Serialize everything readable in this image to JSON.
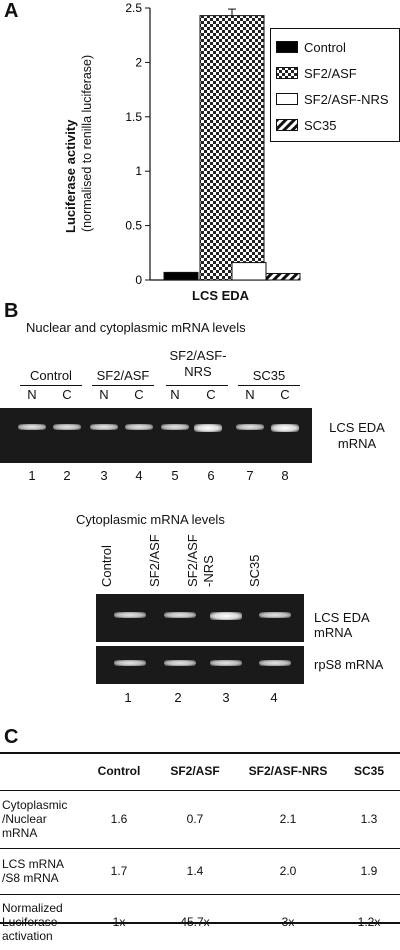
{
  "panelA": {
    "letter": "A",
    "chart_data": {
      "type": "bar",
      "xlabel": "LCS EDA",
      "ylabel_line1": "Luciferase activity",
      "ylabel_line2": "(normalised to renilla luciferase)",
      "ylim": [
        0,
        2.5
      ],
      "yticks": [
        "0",
        "0.5",
        "1",
        "1.5",
        "2",
        "2.5"
      ],
      "ytick_values": [
        0,
        0.5,
        1,
        1.5,
        2,
        2.5
      ],
      "legend_position": "top-right",
      "series": [
        {
          "name": "Control",
          "value": 0.07,
          "error": 0,
          "fill": "solid"
        },
        {
          "name": "SF2/ASF",
          "value": 2.43,
          "error": 0.06,
          "fill": "checker"
        },
        {
          "name": "SF2/ASF-NRS",
          "value": 0.16,
          "error": 0,
          "fill": "white"
        },
        {
          "name": "SC35",
          "value": 0.06,
          "error": 0,
          "fill": "hatched"
        }
      ]
    }
  },
  "panelB": {
    "letter": "B",
    "title1": "Nuclear and cytoplasmic mRNA levels",
    "groups1": [
      "Control",
      "SF2/ASF",
      "SF2/ASF-\nNRS",
      "SC35"
    ],
    "group3_line1": "SF2/ASF-",
    "group3_line2": "NRS",
    "lanes1": [
      "N",
      "C",
      "N",
      "C",
      "N",
      "C",
      "N",
      "C"
    ],
    "numbers1": [
      "1",
      "2",
      "3",
      "4",
      "5",
      "6",
      "7",
      "8"
    ],
    "gel1_label_line1": "LCS EDA",
    "gel1_label_line2": "mRNA",
    "title2": "Cytoplasmic mRNA levels",
    "lanes2_labels": [
      "Control",
      "SF2/ASF",
      "SF2/ASF",
      "SC35"
    ],
    "lane3_line2": "-NRS",
    "gel2_label": "LCS EDA mRNA",
    "gel3_label": "rpS8 mRNA",
    "numbers2": [
      "1",
      "2",
      "3",
      "4"
    ]
  },
  "panelC": {
    "letter": "C",
    "headers": [
      "",
      "Control",
      "SF2/ASF",
      "SF2/ASF-NRS",
      "SC35"
    ],
    "rows": [
      {
        "label1": "Cytoplasmic",
        "label2": "/Nuclear",
        "label3": "mRNA",
        "values": [
          "1.6",
          "0.7",
          "2.1",
          "1.3"
        ]
      },
      {
        "label1": "LCS mRNA",
        "label2": "/S8 mRNA",
        "label3": "",
        "values": [
          "1.7",
          "1.4",
          "2.0",
          "1.9"
        ]
      },
      {
        "label1": "Normalized",
        "label2": "Luciferase",
        "label3": "activation",
        "values": [
          "1x",
          "45.7x",
          "3x",
          "1.2x"
        ]
      }
    ]
  }
}
